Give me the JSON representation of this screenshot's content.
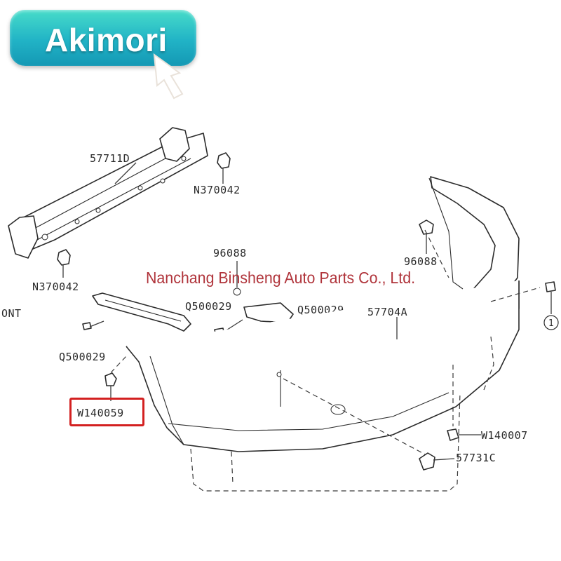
{
  "brand": {
    "name": "Akimori",
    "accent": "#21b3c6"
  },
  "watermark": {
    "text": "Nanchang Binsheng Auto Parts Co., Ltd.",
    "color": "#b0343b"
  },
  "diagram": {
    "labels": {
      "reinforcement": "57711D",
      "nut_upper": "N370042",
      "nut_lower": "N370042",
      "front_mark": "ONT",
      "bracket_left": "96088",
      "bracket_right": "96088",
      "screw_center": "Q500029",
      "screw_right": "Q500029",
      "screw_left": "Q500029",
      "bumper_cover": "57704A",
      "clip_left": "W140059",
      "clip_right": "W140007",
      "tow_cap": "57731C",
      "ref_circle": "1"
    },
    "highlight_color": "#d32020"
  }
}
